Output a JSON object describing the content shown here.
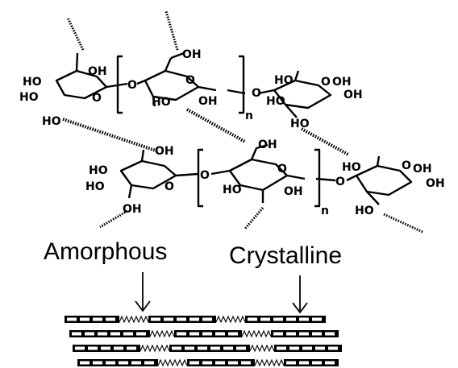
{
  "labels": {
    "oh": "OH",
    "ho": "HO",
    "o": "O",
    "n": "n",
    "amorphous": "Amorphous",
    "crystalline": "Crystalline"
  },
  "colors": {
    "ink": "#000000",
    "background": "#ffffff",
    "block_fill": "#ffffff"
  }
}
